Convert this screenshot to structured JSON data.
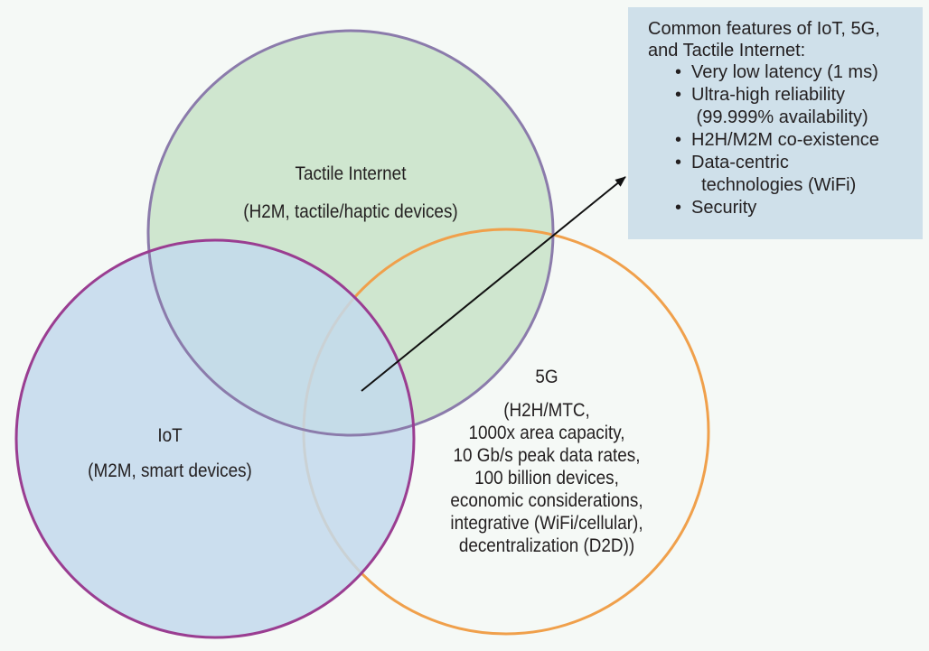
{
  "colors": {
    "tactile_fill": "#cfe6cf",
    "tactile_stroke": "#8b7bab",
    "iot_fill": "#c9dcea",
    "iot_stroke": "#9a3d91",
    "fiveg_stroke": "#f0a04b",
    "callout_bg": "#cfe0ea",
    "arrow": "#111111"
  },
  "circles": {
    "tactile": {
      "title": "Tactile Internet",
      "subtitle": "(H2M, tactile/haptic devices)"
    },
    "iot": {
      "title": "IoT",
      "subtitle": "(M2M, smart devices)"
    },
    "fiveg": {
      "title": "5G",
      "lines": [
        "(H2H/MTC,",
        "1000x area capacity,",
        "10 Gb/s peak data rates,",
        "100 billion devices,",
        "economic considerations,",
        "integrative (WiFi/cellular),",
        "decentralization (D2D))"
      ]
    }
  },
  "callout": {
    "heading_lines": [
      "Common features of IoT, 5G,",
      "and Tactile Internet:"
    ],
    "items": [
      {
        "bullet": "•",
        "lines": [
          "Very low latency (1 ms)"
        ]
      },
      {
        "bullet": "•",
        "lines": [
          "Ultra-high reliability",
          " (99.999% availability)"
        ]
      },
      {
        "bullet": "•",
        "lines": [
          "H2H/M2M co-existence"
        ]
      },
      {
        "bullet": "•",
        "lines": [
          "Data-centric",
          "  technologies (WiFi)"
        ]
      },
      {
        "bullet": "•",
        "lines": [
          "Security"
        ]
      }
    ]
  }
}
